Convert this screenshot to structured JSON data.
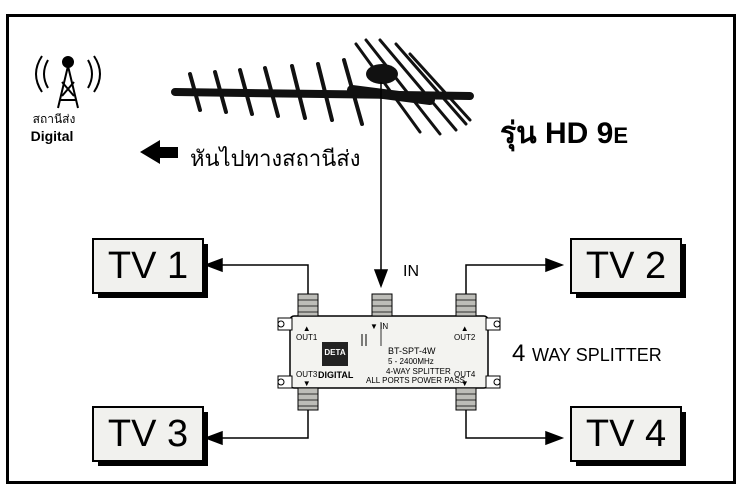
{
  "station": {
    "label": "สถานีส่ง",
    "sublabel": "Digital"
  },
  "direction_text": "หันไปทางสถานีส่ง",
  "model": {
    "prefix": "รุ่น HD 9",
    "suffix": "E"
  },
  "input_label": "IN",
  "splitter": {
    "title_number": "4",
    "title_text": "WAY SPLITTER",
    "brand": "DETA",
    "brand_sub": "DIGITAL",
    "model_code": "BT-SPT-4W",
    "freq": "5 - 2400MHz",
    "desc": "4-WAY SPLITTER",
    "power": "ALL PORTS POWER PASS",
    "port_in": "IN",
    "port_out1": "OUT1",
    "port_out2": "OUT2",
    "port_out3": "OUT3",
    "port_out4": "OUT4"
  },
  "tvs": [
    "TV 1",
    "TV 2",
    "TV 3",
    "TV 4"
  ]
}
